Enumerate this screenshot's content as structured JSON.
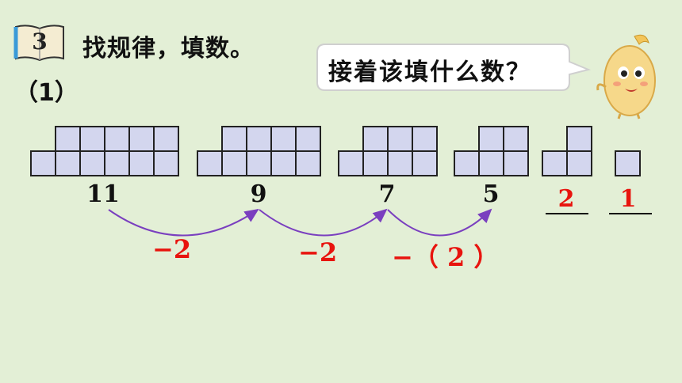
{
  "header": {
    "badge_number": "3",
    "title": "找规律，填数。",
    "sub_label": "（1）"
  },
  "bubble": {
    "text": "接着该填什么数？"
  },
  "numbers": [
    "11",
    "9",
    "7",
    "5"
  ],
  "answers": [
    "2",
    "1"
  ],
  "steps": [
    "−2",
    "−2",
    "−（ 2 ）"
  ],
  "colors": {
    "background": "#e3efd6",
    "block_fill": "#d3d6ee",
    "answer_red": "#e8140e",
    "arc_purple": "#7a3fbf"
  },
  "icons": [
    "book-icon",
    "mascot-icon"
  ]
}
